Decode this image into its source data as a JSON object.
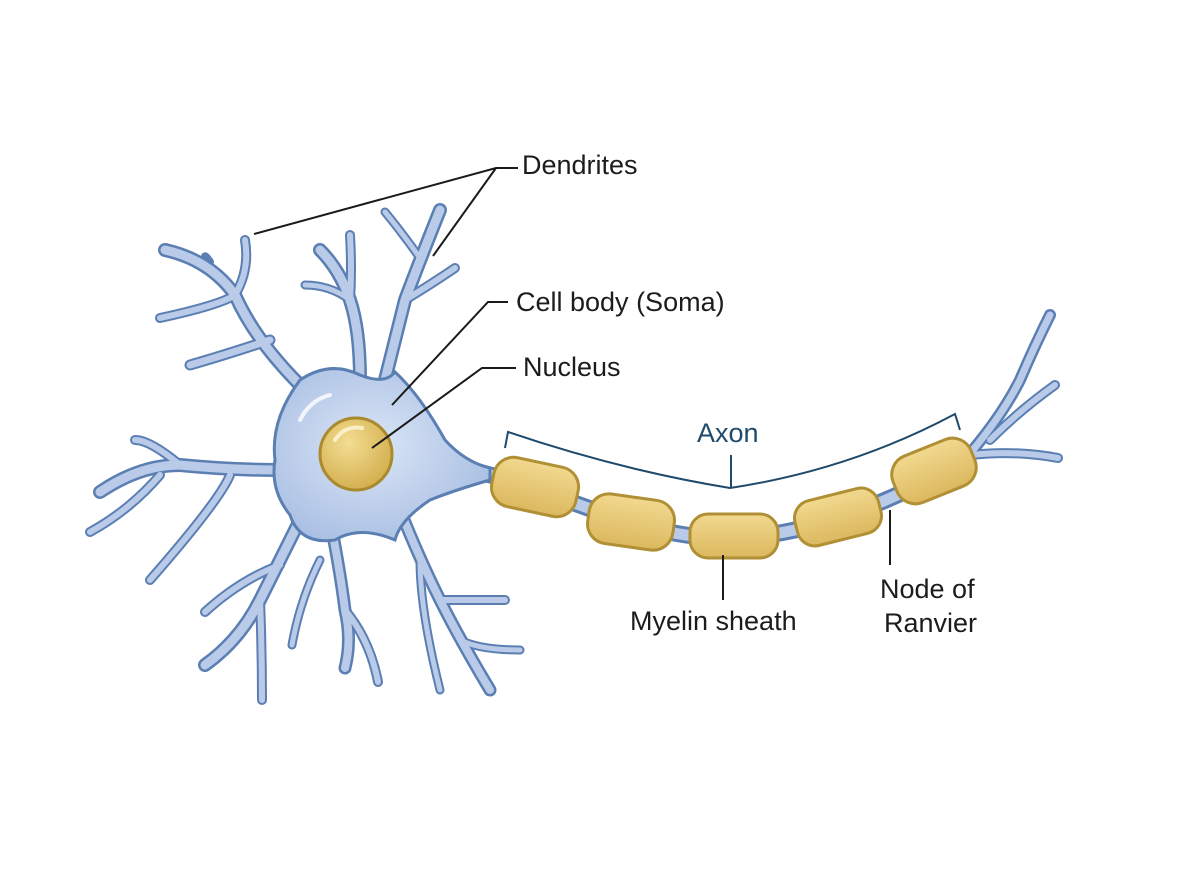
{
  "labels": {
    "dendrites": "Dendrites",
    "cell_body": "Cell body (Soma)",
    "nucleus": "Nucleus",
    "axon": "Axon",
    "myelin_sheath": "Myelin sheath",
    "node_line1": "Node of",
    "node_line2": "Ranvier"
  },
  "colors": {
    "membrane_fill": "#b9cbe8",
    "membrane_outline": "#5b7fb3",
    "myelin_fill": "#e8cc78",
    "myelin_outline": "#b08f35",
    "axon_bracket": "#1f4a6b",
    "text": "#1c1c1c"
  }
}
